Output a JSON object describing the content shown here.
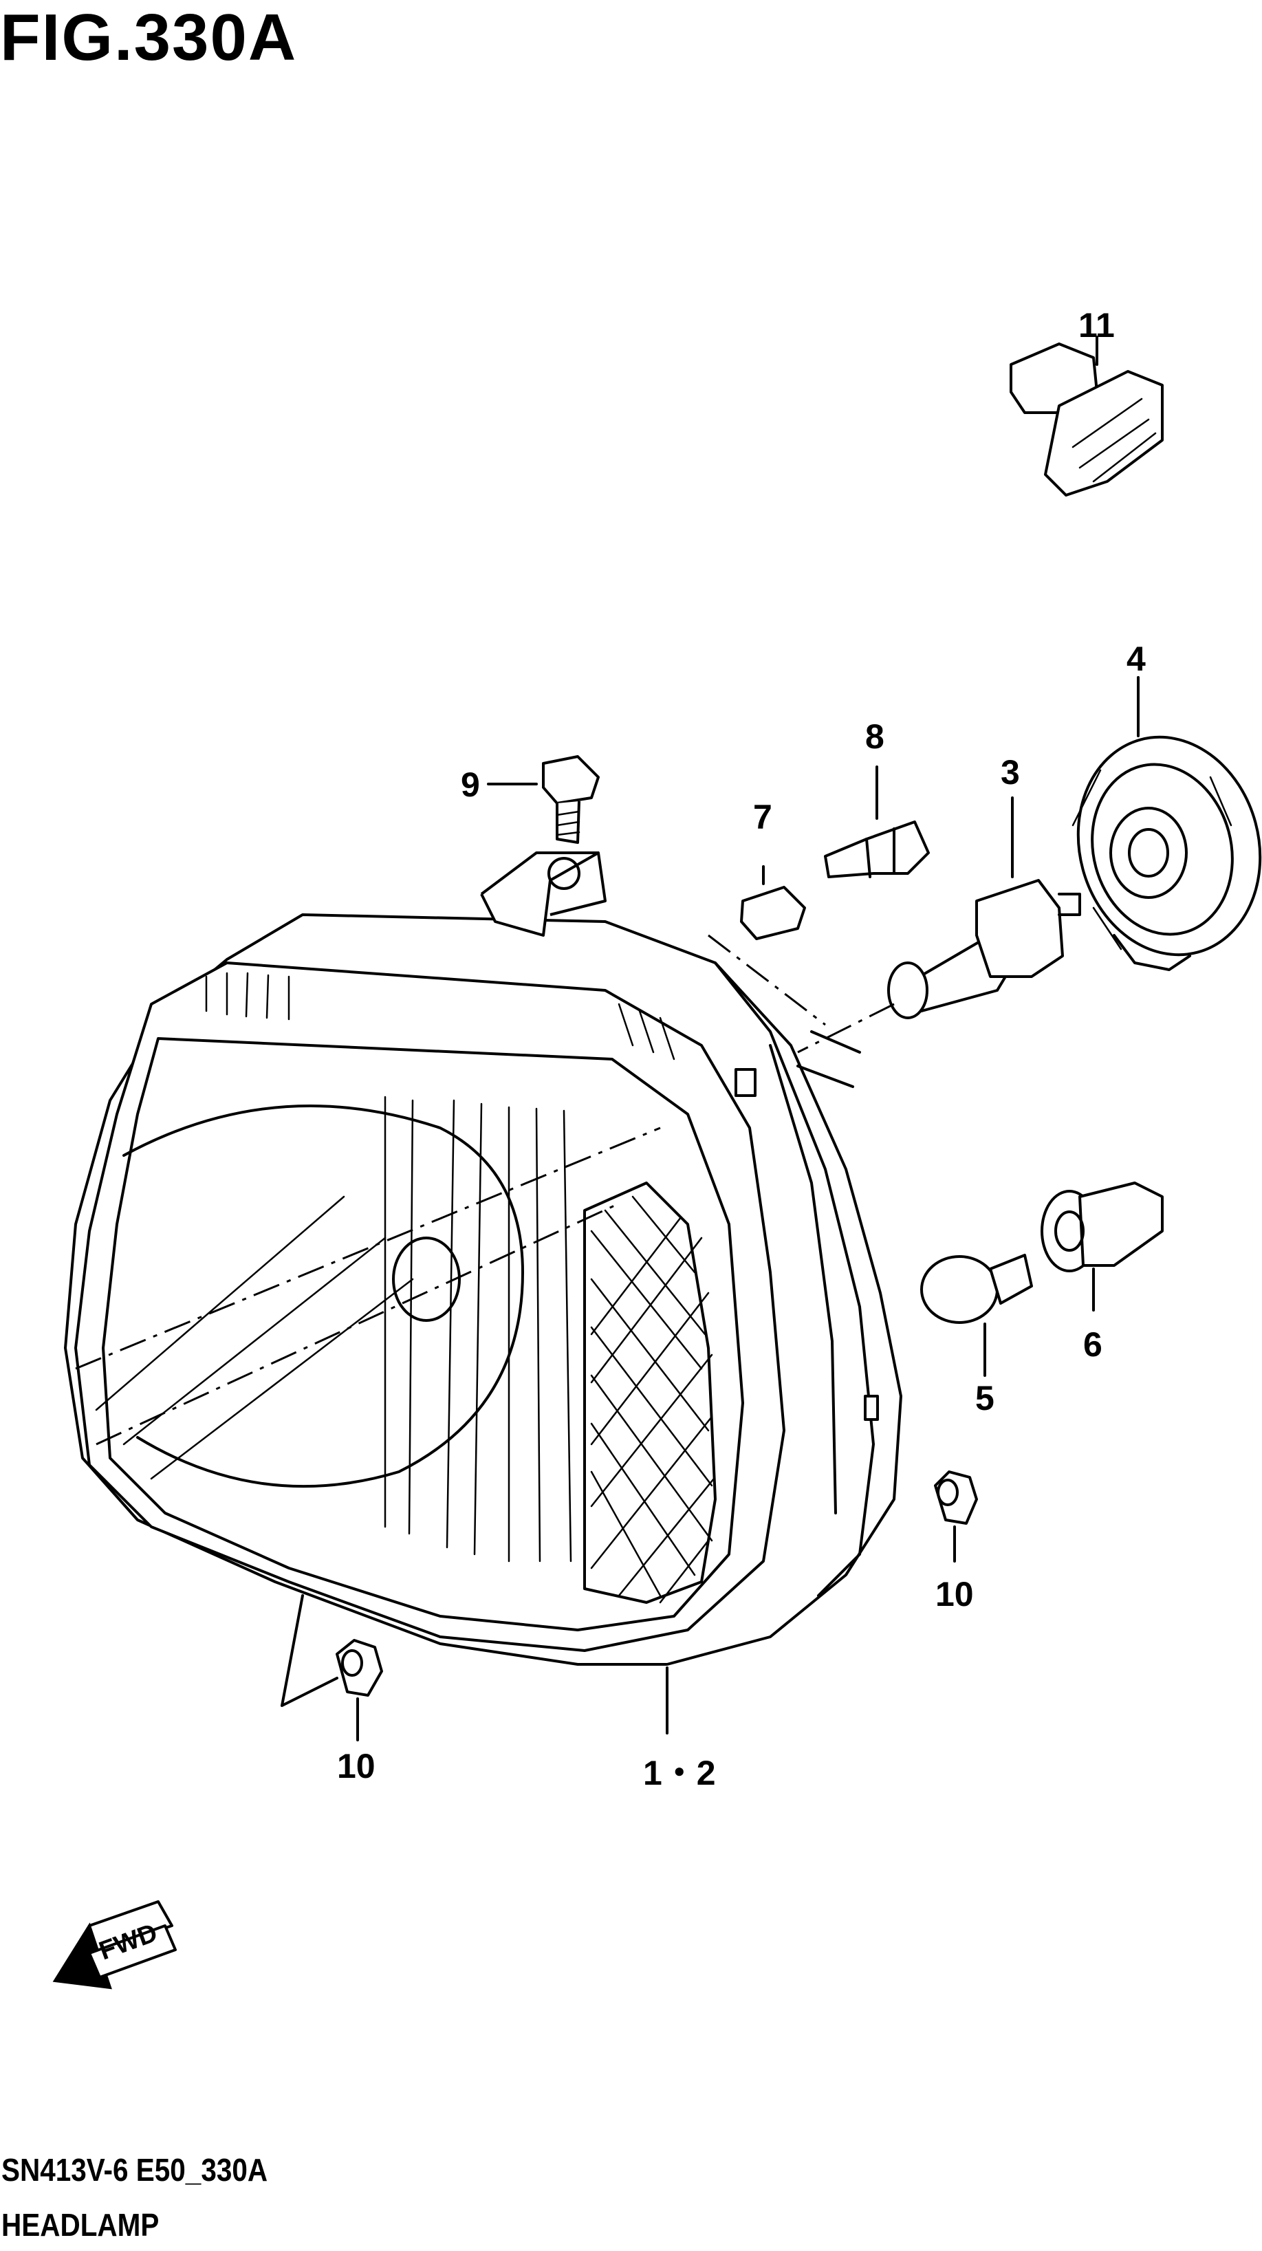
{
  "figure": {
    "title": "FIG.330A",
    "code": "SN413V-6 E50_330A",
    "caption": "HEADLAMP",
    "fwd_label": "FWD"
  },
  "callouts": {
    "headlamp_assy": "1・2",
    "bulb_h4": "3",
    "bulb_socket_cover": "4",
    "turn_bulb": "5",
    "turn_socket": "6",
    "position_bulb": "7",
    "position_socket": "8",
    "bolt": "9",
    "grommet_left": "10",
    "grommet_right": "10",
    "side_marker": "11"
  }
}
